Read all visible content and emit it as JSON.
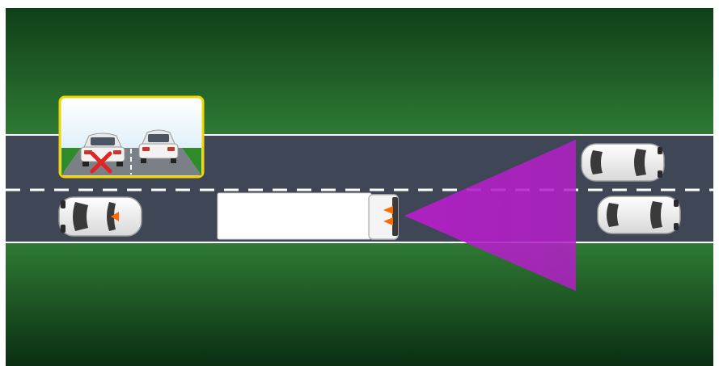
{
  "scene": {
    "colors": {
      "grass_top": "#0f3f18",
      "grass_mid": "#2f7a34",
      "grass_bottom": "#0a2e12",
      "road": "#3f4756",
      "lane_marking": "#ffffff",
      "truck_body": "#ffffff",
      "warning_arrow": "#ff6a00",
      "blind_spot_zone": "#b31fc7",
      "inset_border": "#f2d400",
      "inset_sky": "#d9eef8",
      "inset_grass": "#2f8a2a",
      "cross_mark": "#e32222"
    },
    "elements": {
      "truck": "truck-overhead",
      "overtaking_car": "car-rear-left-lane",
      "oncoming_car_upper": "car-oncoming-left-lane",
      "oncoming_car_lower": "car-oncoming-right-lane",
      "blind_spot": "magenta-triangle-zone",
      "inset": "driver-view-inset",
      "inset_cross": "red-x-mark"
    }
  }
}
